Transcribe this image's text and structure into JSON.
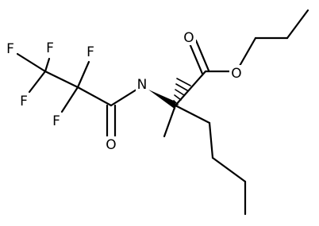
{
  "diagram": {
    "type": "chemical-structure",
    "colors": {
      "bond": "#000000",
      "label": "#000000",
      "background": "#ffffff"
    },
    "atom_labels": {
      "f1": "F",
      "f2": "F",
      "f3": "F",
      "f4": "F",
      "f5": "F",
      "nitrogen": "N",
      "amide_oxygen": "O",
      "carbonyl_oxygen": "O",
      "ester_oxygen": "O"
    }
  }
}
